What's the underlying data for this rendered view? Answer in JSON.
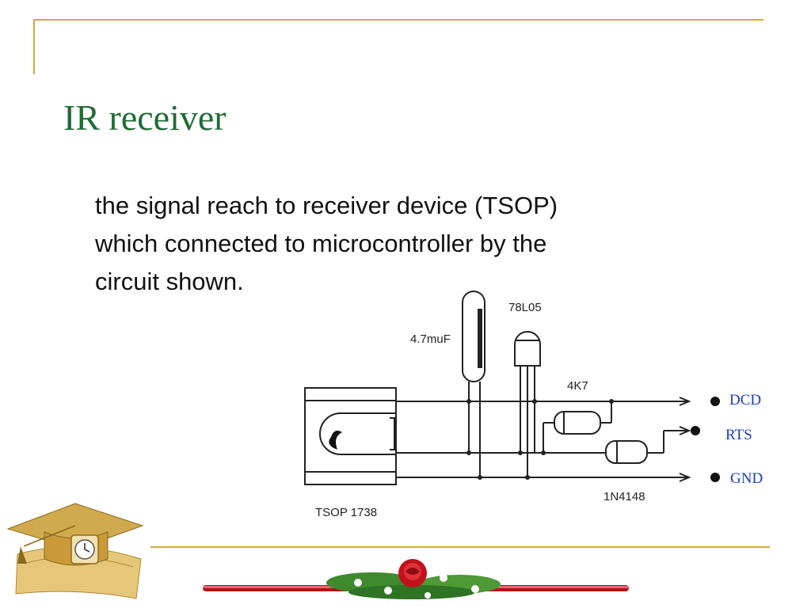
{
  "slide": {
    "title": "IR receiver",
    "body_lines": [
      "the signal reach to receiver device (TSOP)",
      "which connected to microcontroller by  the",
      "circuit shown."
    ]
  },
  "diagram": {
    "components": {
      "capacitor": "4.7muF",
      "regulator": "78L05",
      "resistor": "4K7",
      "diode": "1N4148",
      "receiver": "TSOP 1738"
    },
    "terminals": {
      "dcd": "DCD",
      "rts": "RTS",
      "gnd": "GND"
    }
  },
  "colors": {
    "title": "#1f6b35",
    "terminal_text": "#1c3fb0",
    "accent_gold": "#d4a93c",
    "ribbon_red": "#b3121a"
  },
  "decorations": {
    "bottom_left": "graduation-cap-clock-icon",
    "bottom_center": "rose-ribbon-icon"
  }
}
